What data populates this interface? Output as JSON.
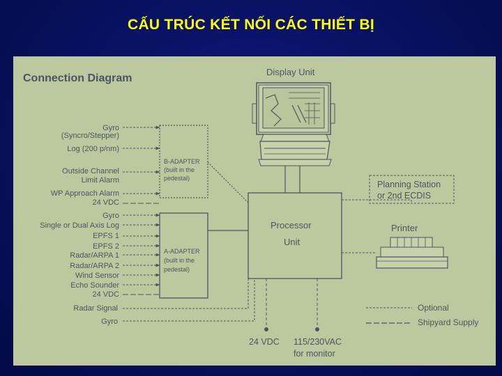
{
  "slide": {
    "title": "CẤU TRÚC KẾT NỐI CÁC THIẾT BỊ"
  },
  "diagram": {
    "heading": "Connection Diagram",
    "display_unit": "Display Unit",
    "b_adapter": [
      "B-ADAPTER",
      "(built in the",
      "pedestal)"
    ],
    "a_adapter": [
      "A-ADAPTER",
      "(built in the",
      "pedestal)"
    ],
    "processor": [
      "Processor",
      "Unit"
    ],
    "planning": [
      "Planning Station",
      "or 2nd ECDIS"
    ],
    "printer": "Printer",
    "inputs_b": [
      "Gyro",
      "(Syncro/Stepper)",
      "Log (200 p/nm)",
      "Outside Channel",
      "Limit Alarm",
      "WP Approach Alarm",
      "24 VDC"
    ],
    "inputs_a": [
      "Gyro",
      "Single or Dual Axis Log",
      "EPFS 1",
      "EPFS 2",
      "Radar/ARPA 1",
      "Radar/ARPA 2",
      "Wind Sensor",
      "Echo Sounder",
      "24 VDC"
    ],
    "inputs_direct": [
      "Radar Signal",
      "Gyro"
    ],
    "power": [
      "24 VDC",
      "115/230VAC",
      "for monitor"
    ],
    "legend": [
      {
        "label": "Optional",
        "style": "dashed"
      },
      {
        "label": "Shipyard Supply",
        "style": "long-dashed"
      }
    ],
    "colors": {
      "background": "#bcc99f",
      "ink": "#4a5560",
      "title": "#ffff00",
      "slide": "#071160"
    }
  }
}
